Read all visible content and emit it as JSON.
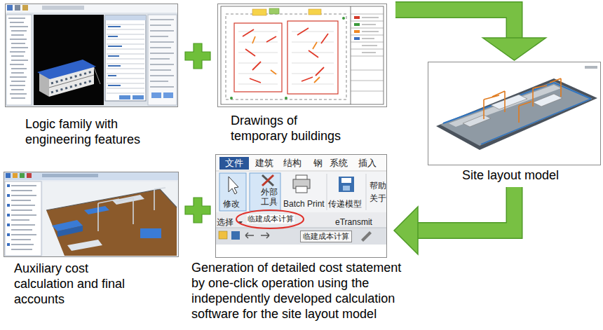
{
  "diagram": {
    "nodes": [
      {
        "text": [
          "Logic family with engineering features"
        ]
      },
      {
        "text": [
          "Drawings of temporary buildings"
        ]
      },
      {
        "text": [
          "Site layout model"
        ]
      },
      {
        "text": [
          "Auxiliary cost calculation and final accounts"
        ]
      },
      {
        "text": [
          "Generation of detailed cost statement by one-click operation using the independently developed calculation software for the site layout model"
        ]
      }
    ],
    "edges": [
      {
        "from": 1,
        "to": 2,
        "arrow": "to"
      },
      {
        "from": 2,
        "to": 4,
        "arrow": "to"
      }
    ],
    "labels": [
      "文件",
      "建筑",
      "结构",
      "钢",
      "系统",
      "插入",
      "修改",
      "外部",
      "工具",
      "Batch Print",
      "传递模型",
      "帮助",
      "关于",
      "选择",
      "临建成本计算",
      "eTransmit",
      "临建成本计算"
    ]
  }
}
